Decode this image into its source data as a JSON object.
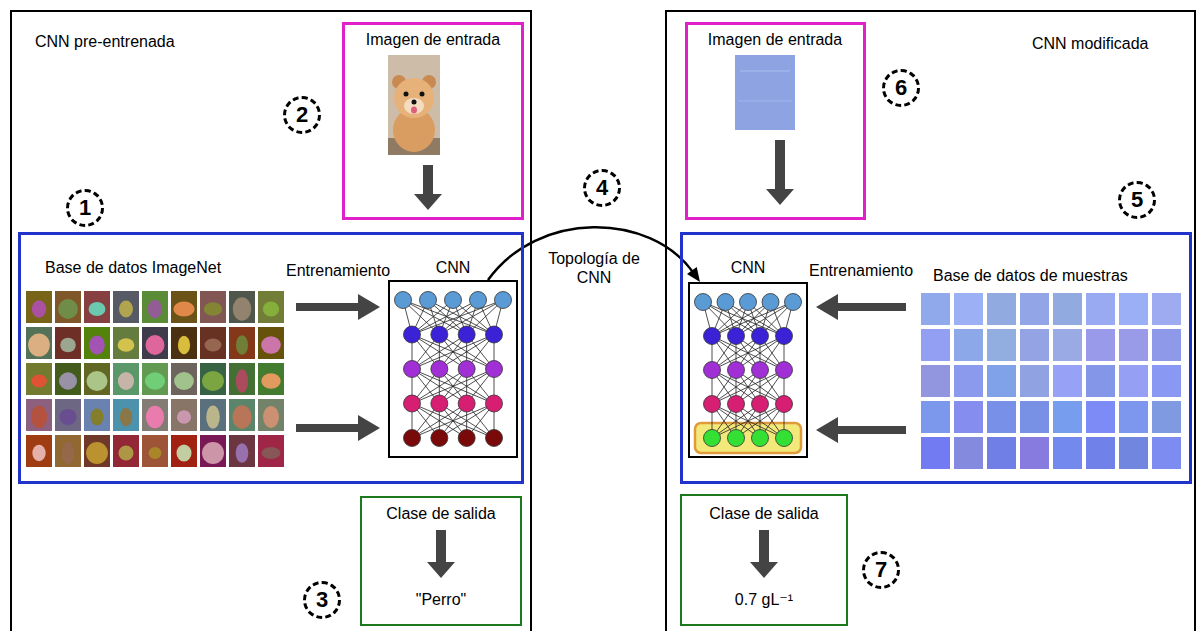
{
  "diagram": {
    "nodes": [
      {
        "text": [
          "CNN pre-entrenada"
        ]
      },
      {
        "text": [
          "Imagen de entrada"
        ],
        "in": 0
      },
      {
        "text": [],
        "in": 0
      },
      {
        "text": [
          "Base de datos ImageNet"
        ],
        "in": 2
      },
      {
        "text": [
          "CNN"
        ],
        "in": 2
      },
      {
        "text": [
          "Clase de salida",
          "\"Perro\""
        ],
        "in": 0
      },
      {
        "text": [
          "CNN modificada"
        ]
      },
      {
        "text": [
          "Imagen de entrada"
        ],
        "in": 6
      },
      {
        "text": [],
        "in": 6
      },
      {
        "text": [
          "CNN"
        ],
        "in": 8
      },
      {
        "text": [
          "Base de datos de muestras"
        ],
        "in": 8
      },
      {
        "text": [
          "Clase de salida",
          "0.7 gL⁻¹"
        ],
        "in": 6
      }
    ],
    "edges": [
      {
        "from": 3,
        "to": 4,
        "arrow": "to",
        "label": "Entrenamiento"
      },
      {
        "from": 3,
        "to": 4,
        "arrow": "to"
      },
      {
        "from": 4,
        "to": 9,
        "arrow": "to",
        "label": "Topología de CNN"
      },
      {
        "from": 10,
        "to": 9,
        "arrow": "to",
        "label": "Entrenamiento"
      },
      {
        "from": 10,
        "to": 9,
        "arrow": "to"
      }
    ],
    "labels": [
      "1",
      "2",
      "3",
      "4",
      "5",
      "6",
      "7"
    ]
  }
}
